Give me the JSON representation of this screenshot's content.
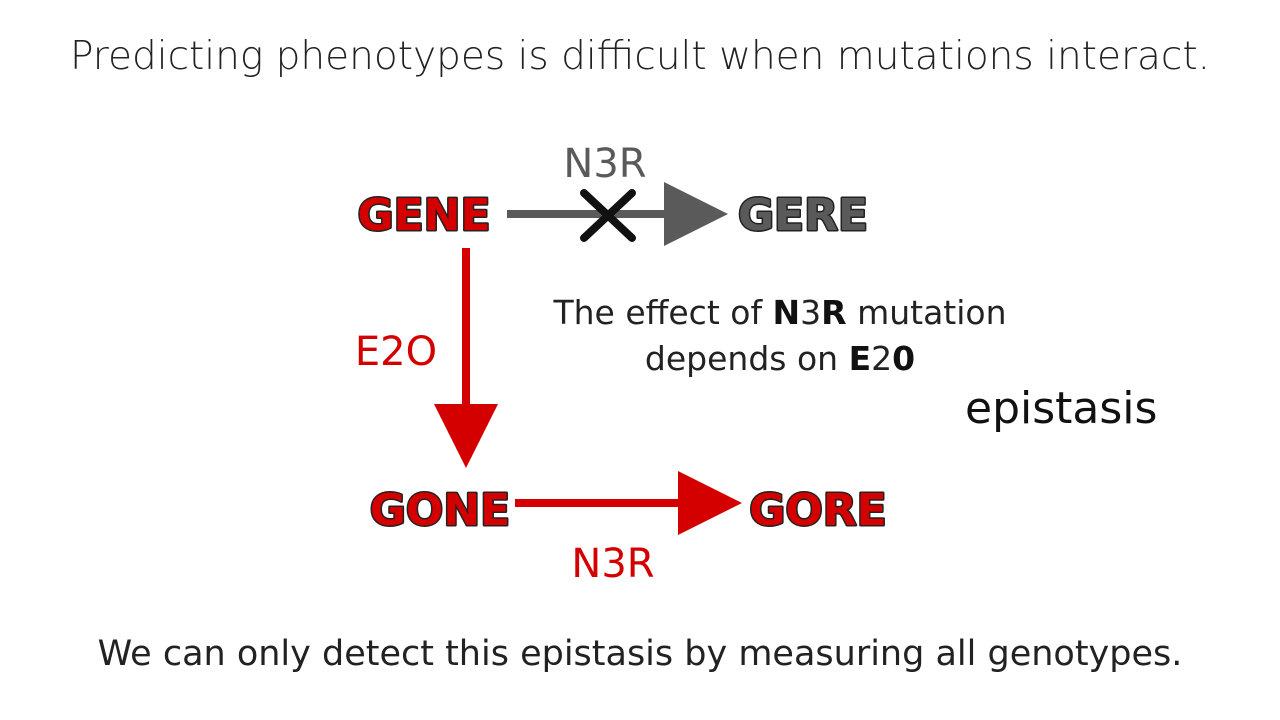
{
  "title": "Predicting phenotypes is difficult when mutations interact.",
  "footer": "We can only detect this epistasis by measuring all genotypes.",
  "colors": {
    "red": "#d40000",
    "gray": "#5a5a5a",
    "text": "#222222"
  },
  "nodes": {
    "gene": "GENE",
    "gere": "GERE",
    "gone": "GONE",
    "gore": "GORE"
  },
  "edges": {
    "top_label": "N3R",
    "left_label": "E2O",
    "bottom_label": "N3R"
  },
  "explanation": {
    "line1_pre": "The effect of ",
    "line1_b1": "N",
    "line1_mid": "3",
    "line1_b2": "R",
    "line1_post": " mutation",
    "line2_pre": "depends on ",
    "line2_b1": "E",
    "line2_mid": "2",
    "line2_b2": "0"
  },
  "term": "epistasis"
}
